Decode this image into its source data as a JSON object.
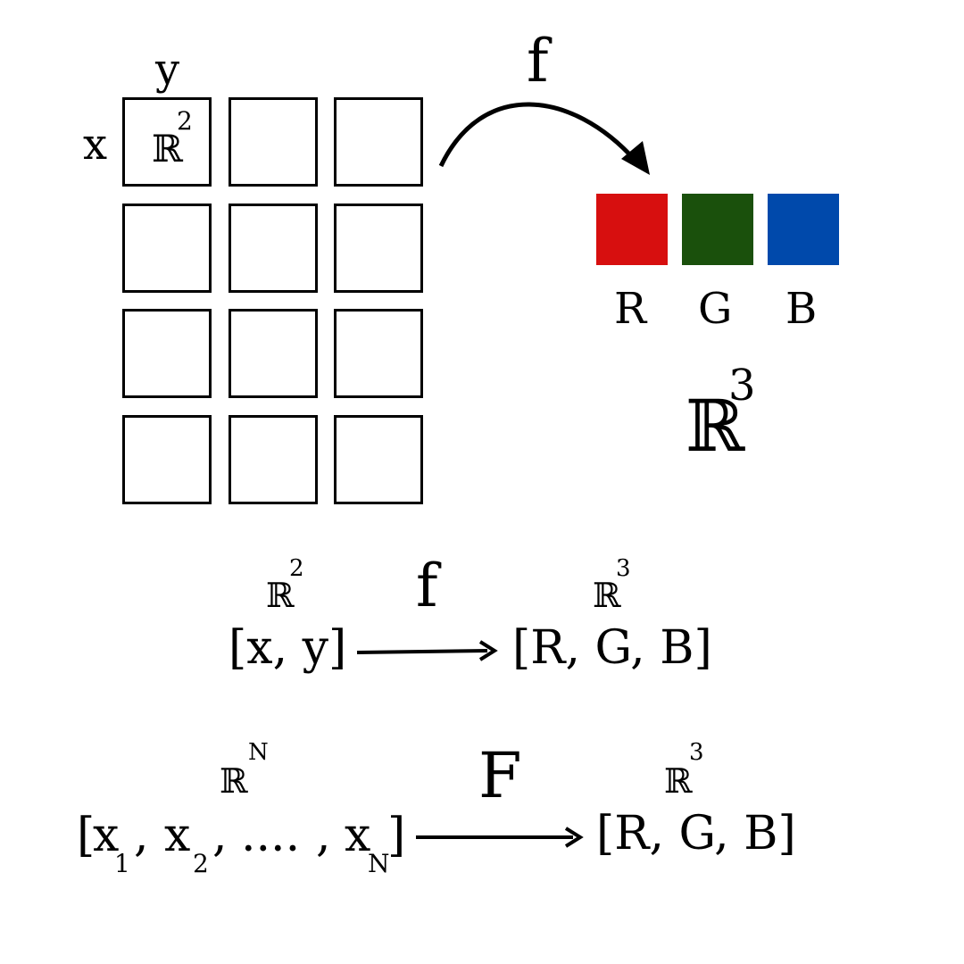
{
  "grid": {
    "x_label": "x",
    "y_label": "y",
    "cell_space": "ℝ",
    "cell_space_exp": "2",
    "rows": 4,
    "cols": 3
  },
  "mapping": {
    "function_label": "f",
    "channels": [
      {
        "label": "R",
        "color": "#d70f0f"
      },
      {
        "label": "G",
        "color": "#1a500c"
      },
      {
        "label": "B",
        "color": "#0049ab"
      }
    ],
    "output_space": "ℝ",
    "output_space_exp": "3"
  },
  "eq1": {
    "domain_space": "ℝ",
    "domain_exp": "2",
    "function_label": "f",
    "codomain_space": "ℝ",
    "codomain_exp": "3",
    "input": "[x, y]",
    "output": "[R, G, B]"
  },
  "eq2": {
    "domain_space": "ℝ",
    "domain_exp": "N",
    "function_label": "F",
    "codomain_space": "ℝ",
    "codomain_exp": "3",
    "open_bracket": "[",
    "x": "x",
    "sub1": "1",
    "sub2": "2",
    "subN": "N",
    "comma": ",",
    "dots": "....",
    "close_bracket": "]",
    "output": "[R, G, B]"
  }
}
